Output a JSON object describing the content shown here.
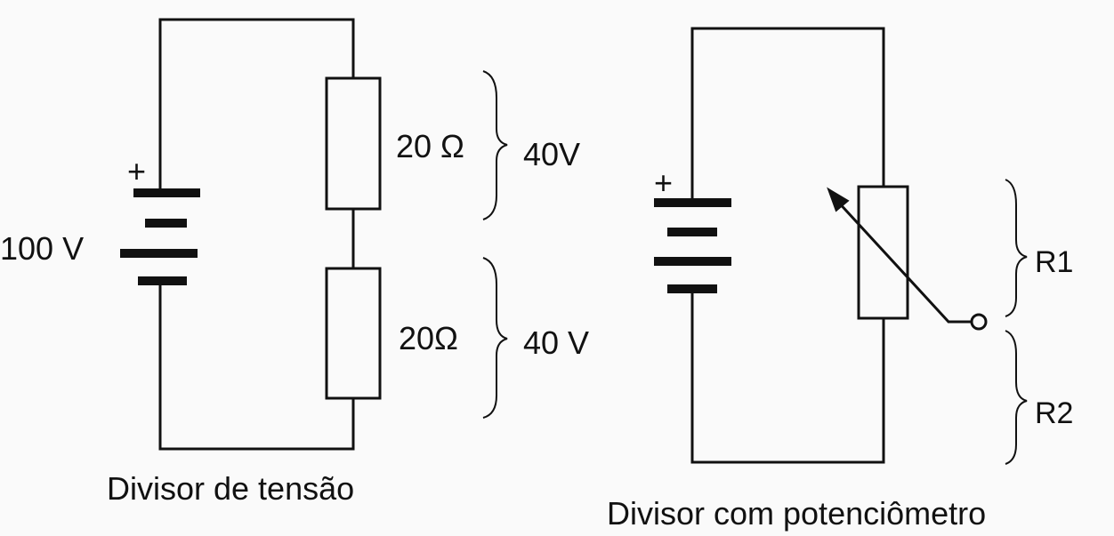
{
  "left_circuit": {
    "battery_plus": "+",
    "battery_voltage": "100 V",
    "resistor1_value": "20 Ω",
    "resistor1_voltage": "40V",
    "resistor2_value": "20Ω",
    "resistor2_voltage": "40 V",
    "caption": "Divisor de tensão"
  },
  "right_circuit": {
    "battery_plus": "+",
    "r1_label": "R1",
    "r2_label": "R2",
    "caption": "Divisor com potenciômetro"
  },
  "colors": {
    "ink": "#111111",
    "paper": "#fafafa"
  }
}
